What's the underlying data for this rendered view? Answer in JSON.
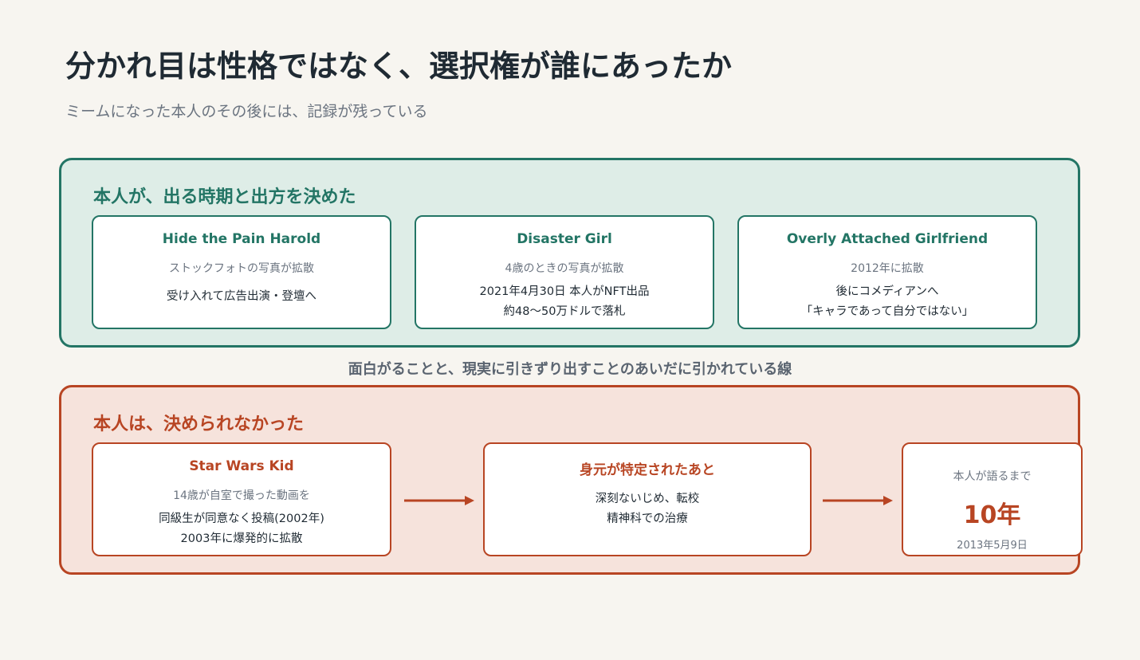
{
  "header": {
    "title": "分かれ目は性格ではなく、選択権が誰にあったか",
    "subtitle": "ミームになった本人のその後には、記録が残っている"
  },
  "chose": {
    "heading": "本人が、出る時期と出方を決めた",
    "cards": [
      {
        "title": "Hide the Pain Harold",
        "note": "ストックフォトの写真が拡散",
        "lines": [
          "受け入れて広告出演・登壇へ"
        ]
      },
      {
        "title": "Disaster Girl",
        "note": "4歳のときの写真が拡散",
        "lines": [
          "2021年4月30日 本人がNFT出品",
          "約48〜50万ドルで落札"
        ]
      },
      {
        "title": "Overly Attached Girlfriend",
        "note": "2012年に拡散",
        "lines": [
          "後にコメディアンへ",
          "「キャラであって自分ではない」"
        ]
      }
    ]
  },
  "divider": "面白がることと、現実に引きずり出すことのあいだに引かれている線",
  "not_chose": {
    "heading": "本人は、決められなかった",
    "case": {
      "title": "Star Wars Kid",
      "note": "14歳が自室で撮った動画を",
      "lines": [
        "同級生が同意なく投稿(2002年)",
        "2003年に爆発的に拡散"
      ]
    },
    "after": {
      "title": "身元が特定されたあと",
      "lines": [
        "深刻ないじめ、転校",
        "精神科での治療"
      ]
    },
    "until": {
      "label": "本人が語るまで",
      "value": "10年",
      "date": "2013年5月9日"
    }
  },
  "colors": {
    "green": "#237565",
    "red": "#b84523",
    "green_bg": "#deede7",
    "red_bg": "#f6e3dc"
  }
}
